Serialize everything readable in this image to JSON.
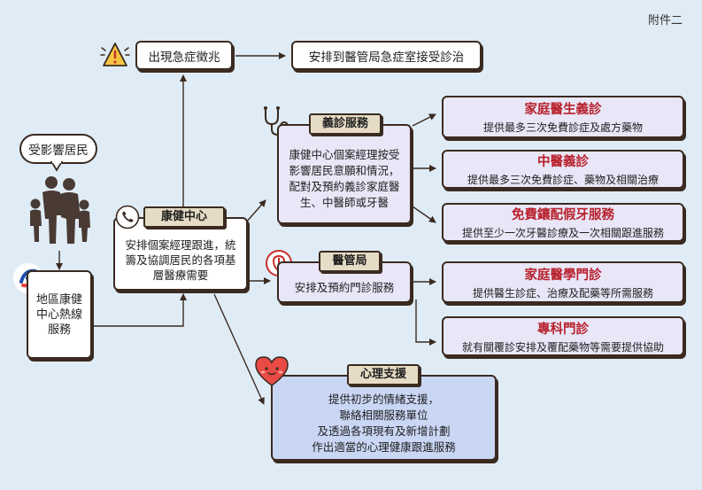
{
  "annex_label": "附件二",
  "nodes": {
    "emergency_sign": "出現急症徵兆",
    "emergency_action": "安排到醫管局急症室接受診治",
    "residents": "受影響居民",
    "hotline": "地區康健中心熱線服務",
    "dhc": {
      "tag": "康健中心",
      "desc": "安排個案經理跟進，統籌及協調居民的各項基層醫療需要"
    },
    "volunteer": {
      "tag": "義診服務",
      "desc": "康健中心個案經理按受影響居民意願和情況，配對及預約義診家庭醫生、中醫師或牙醫"
    },
    "ha": {
      "tag": "醫管局",
      "desc": "安排及預約門診服務"
    },
    "psych": {
      "tag": "心理支援",
      "desc": [
        "提供初步的情緒支援，",
        "聯絡相關服務單位",
        "及透過各項現有及新增計劃",
        "作出適當的心理健康跟進服務"
      ]
    },
    "family_doc": {
      "title": "家庭醫生義診",
      "desc": "提供最多三次免費診症及處方藥物"
    },
    "cm": {
      "title": "中醫義診",
      "desc": "提供最多三次免費診症、藥物及相關治療"
    },
    "denture": {
      "title": "免費鑲配假牙服務",
      "desc": "提供至少一次牙醫診療及一次相關跟進服務"
    },
    "fm_clinic": {
      "title": "家庭醫學門診",
      "desc": "提供醫生診症、治療及配藥等所需服務"
    },
    "soc": {
      "title": "專科門診",
      "desc": "就有關覆診安排及覆配藥物等需要提供協助"
    }
  },
  "colors": {
    "background": "#dfecf6",
    "border": "#3a2a20",
    "title_red": "#b8202c",
    "tag_beige": "#e6dcc6",
    "box_purple": "#e8e6f7",
    "box_blue": "#c9d6f4",
    "warning_yellow": "#f4c542",
    "heart_red": "#e84a45"
  },
  "icons": [
    "warning-icon",
    "stethoscope-icon",
    "phone-icon",
    "hotline-logo-icon",
    "ha-logo-icon",
    "heart-icon",
    "family-icon"
  ]
}
